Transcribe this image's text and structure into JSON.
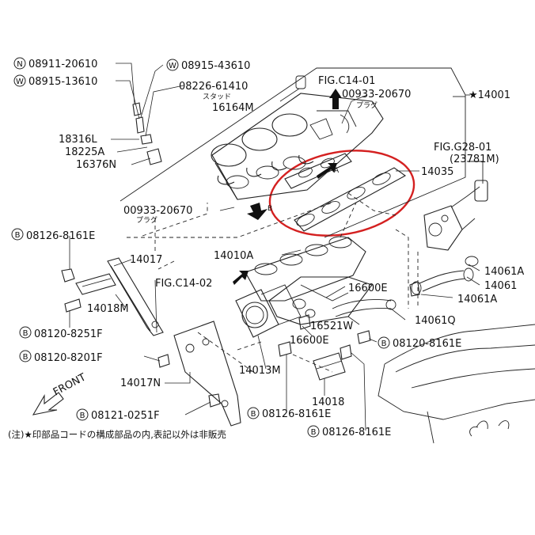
{
  "labels": {
    "n_08911": "08911-20610",
    "w_08915_43610": "08915-43610",
    "w_08915_13610": "08915-13610",
    "p_08226": "08226-61410",
    "stud": "スタッド",
    "fig_c14_01": "FIG.C14-01",
    "p_16164m": "16164M",
    "p_00933_top": "00933-20670",
    "plug_top": "プラグ",
    "p_14001": "★14001",
    "p_18316l": "18316L",
    "p_18225a": "18225A",
    "p_16376n": "16376N",
    "fig_g28_01": "FIG.G28-01",
    "p_23781m": "(23781M)",
    "arrow_a": "A",
    "p_14035": "14035",
    "p_00933_left": "00933-20670",
    "plug_left": "プラグ",
    "arrow_b": "B",
    "b_08126_top": "08126-8161E",
    "p_14017": "14017",
    "p_14010a": "14010A",
    "fig_c14_02": "FIG.C14-02",
    "p_14061a_top": "14061A",
    "p_14061": "14061",
    "p_14061a_bot": "14061A",
    "p_16600e_top": "16600E",
    "p_14018m": "14018M",
    "p_14061q": "14061Q",
    "p_16521w": "16521W",
    "b_08120_8251f": "08120-8251F",
    "p_16600e_bot": "16600E",
    "b_08120_8161e": "08120-8161E",
    "b_08120_8201f": "08120-8201F",
    "p_14013m": "14013M",
    "front": "FRONT",
    "p_14017n": "14017N",
    "p_14018": "14018",
    "b_08121": "08121-0251F",
    "b_08126_mid": "08126-8161E",
    "b_08126_bot": "08126-8161E",
    "footnote": "(注)★印部品コードの構成部品の内,表記以外は非販売"
  },
  "badges": {
    "n": "N",
    "w": "W",
    "b": "B"
  },
  "colors": {
    "highlight_circle": "#d42020",
    "line": "#222222"
  }
}
